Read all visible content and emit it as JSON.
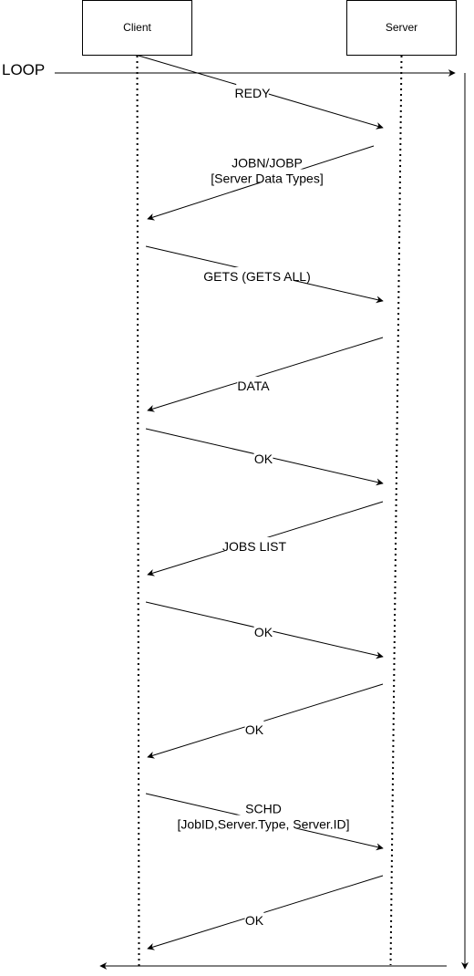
{
  "participants": {
    "client": "Client",
    "server": "Server"
  },
  "loop_label": "LOOP",
  "messages": [
    {
      "from": "client",
      "to": "server",
      "lines": [
        "REDY"
      ]
    },
    {
      "from": "server",
      "to": "client",
      "lines": [
        "JOBN/JOBP",
        "[Server Data Types]"
      ]
    },
    {
      "from": "client",
      "to": "server",
      "lines": [
        "GETS (GETS ALL)"
      ]
    },
    {
      "from": "server",
      "to": "client",
      "lines": [
        "DATA"
      ]
    },
    {
      "from": "client",
      "to": "server",
      "lines": [
        "OK"
      ]
    },
    {
      "from": "server",
      "to": "client",
      "lines": [
        "JOBS LIST"
      ]
    },
    {
      "from": "client",
      "to": "server",
      "lines": [
        "OK"
      ]
    },
    {
      "from": "server",
      "to": "client",
      "lines": [
        "OK"
      ]
    },
    {
      "from": "client",
      "to": "server",
      "lines": [
        "SCHD",
        "[JobID,Server.Type, Server.ID]"
      ]
    },
    {
      "from": "server",
      "to": "client",
      "lines": [
        "OK"
      ]
    }
  ]
}
